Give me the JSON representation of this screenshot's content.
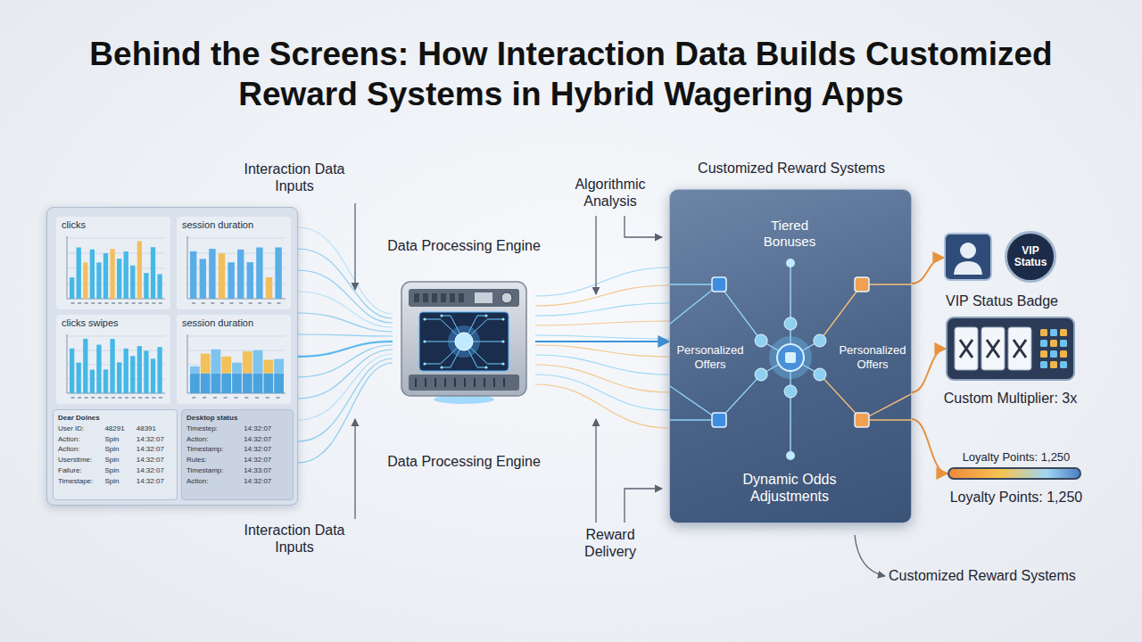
{
  "diagram": {
    "title": "Behind the Screens: How Interaction Data Builds Customized Reward Systems in Hybrid Wagering Apps",
    "nodes": [
      {
        "text": []
      },
      {
        "text": [
          "clicks"
        ],
        "in": 0
      },
      {
        "text": [
          "session duration"
        ],
        "in": 0
      },
      {
        "text": [
          "clicks swipes"
        ],
        "in": 0
      },
      {
        "text": [
          "session duration"
        ],
        "in": 0
      },
      {
        "text": [
          "Dear Dolnes",
          "User ID:",
          "48291",
          "48391",
          "Action:",
          "Spin",
          "14:32:07",
          "Action:",
          "Spin",
          "14:32:07",
          "Userstime:",
          "Spin",
          "14:32:07",
          "Failure:",
          "Spin",
          "14:32:07",
          "Timestape:",
          "Spin",
          "14:32:07"
        ],
        "in": 0
      },
      {
        "text": [
          "Desktop status",
          "Timestep:",
          "14:32:07",
          "Action:",
          "14:32:07",
          "Timestamp:",
          "14:32:07",
          "Rules:",
          "14:32:07",
          "Timestamp:",
          "14:33:07",
          "Action:",
          "14:32:07"
        ],
        "in": 0
      },
      {
        "text": [
          "Data Processing Engine",
          "Data Processing Engine"
        ]
      },
      {
        "text": [
          "Customized Reward Systems"
        ]
      },
      {
        "text": [
          "VIP Status",
          "VIP Status Badge"
        ]
      },
      {
        "text": [
          "Custom Multiplier: 3x"
        ]
      },
      {
        "text": [
          "Loyalty Points: 1,250",
          "Loyalty Points: 1,250"
        ]
      }
    ],
    "edges": [
      {
        "from": 0,
        "to": 7,
        "arrow": "none"
      },
      {
        "from": 7,
        "to": 8,
        "arrow": "to"
      },
      {
        "from": 8,
        "to": 9,
        "arrow": "to"
      },
      {
        "from": 8,
        "to": 10,
        "arrow": "to"
      },
      {
        "from": 8,
        "to": 11,
        "arrow": "to"
      }
    ],
    "labels": [
      "Interaction Data Inputs",
      "Interaction Data Inputs",
      "Algorithmic Analysis",
      "Reward Delivery",
      "Tiered Bonuses",
      "Personalized Offers",
      "Personalized Offers",
      "Dynamic Odds Adjustments",
      "Customized Reward Systems"
    ]
  }
}
